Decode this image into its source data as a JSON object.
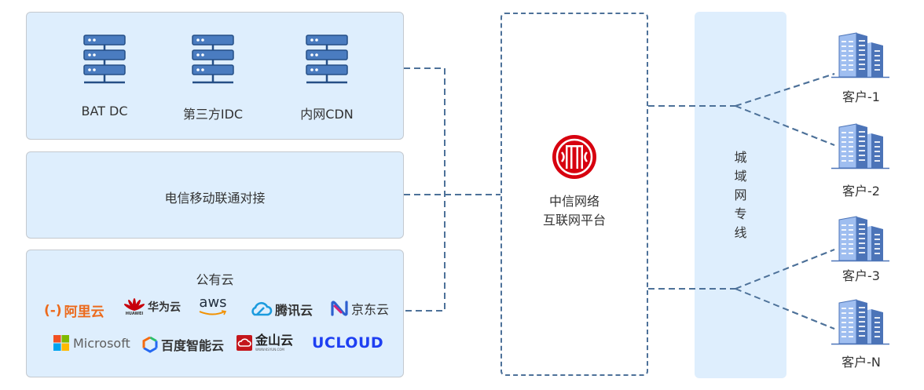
{
  "datacenters": {
    "items": [
      {
        "label": "BAT DC",
        "icon": "server-rack-icon"
      },
      {
        "label": "第三方IDC",
        "icon": "server-rack-icon"
      },
      {
        "label": "内网CDN",
        "icon": "server-rack-icon"
      }
    ]
  },
  "carrier": {
    "label": "电信移动联通对接"
  },
  "public_cloud": {
    "title": "公有云",
    "providers": [
      {
        "name": "阿里云",
        "mark": "(-)",
        "color": "#ec6a1c"
      },
      {
        "name": "华为云",
        "mark": "HUAWEI",
        "color": "#c7000b"
      },
      {
        "name": "aws",
        "mark": "aws",
        "color": "#232f3e"
      },
      {
        "name": "腾讯云",
        "mark": "cloud",
        "color": "#1c9bde"
      },
      {
        "name": "京东云",
        "mark": "N",
        "color": "#2d5fcf"
      },
      {
        "name": "Microsoft",
        "mark": "windows-grid",
        "color": "#5e5e5e"
      },
      {
        "name": "百度智能云",
        "mark": "hexagon",
        "color": "#333333"
      },
      {
        "name": "金山云",
        "mark": "WWW.KSYUN.COM",
        "color": "#c4161c"
      },
      {
        "name": "UCLOUD",
        "mark": "UCLOUD",
        "color": "#1e3ff2"
      }
    ]
  },
  "platform": {
    "logo": "citic-logo-icon",
    "title_line1": "中信网络",
    "title_line2": "互联网平台",
    "logo_color": "#d7000f"
  },
  "metro_line": {
    "label_chars": [
      "城",
      "域",
      "网",
      "专",
      "线"
    ]
  },
  "clients": [
    {
      "label": "客户-1"
    },
    {
      "label": "客户-2"
    },
    {
      "label": "客户-3"
    },
    {
      "label": "客户-N"
    }
  ],
  "colors": {
    "line": "#4d7199",
    "panel_bg": "#deeefd",
    "server_fill": "#4a7cc0",
    "building_light": "#9fbef0",
    "building_dark": "#4c74b8"
  }
}
